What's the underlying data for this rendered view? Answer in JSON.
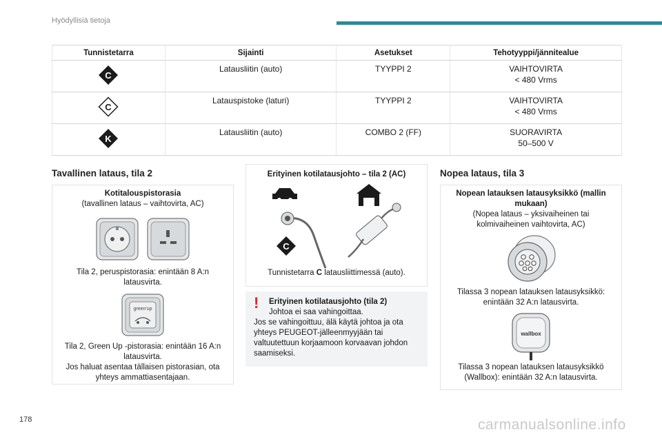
{
  "header": {
    "title": "Hyödyllisiä tietoja",
    "accent_color": "#2a8a9a"
  },
  "table": {
    "columns": [
      "Tunnistetarra",
      "Sijainti",
      "Asetukset",
      "Tehotyyppi/jännitealue"
    ],
    "rows": [
      {
        "tag": "C",
        "tag_style": "filled",
        "location": "Latausliitin (auto)",
        "setting": "TYYPPI 2",
        "power1": "VAIHTOVIRTA",
        "power2": "< 480 Vrms"
      },
      {
        "tag": "C",
        "tag_style": "outline",
        "location": "Latauspistoke (laturi)",
        "setting": "TYYPPI 2",
        "power1": "VAIHTOVIRTA",
        "power2": "< 480 Vrms"
      },
      {
        "tag": "K",
        "tag_style": "filled",
        "location": "Latausliitin (auto)",
        "setting": "COMBO 2 (FF)",
        "power1": "SUORAVIRTA",
        "power2": "50–500 V"
      }
    ]
  },
  "left": {
    "title": "Tavallinen lataus, tila 2",
    "head": "Kotitalouspistorasia",
    "sub": "(tavallinen lataus – vaihtovirta, AC)",
    "cap1": "Tila 2, peruspistorasia: enintään 8 A:n latausvirta.",
    "greenup_text": "green'up",
    "cap2": "Tila 2, Green Up -pistorasia: enintään 16 A:n latausvirta.",
    "cap3": "Jos haluat asentaa tällaisen pistorasian, ota yhteys ammattiasentajaan."
  },
  "middle": {
    "head": "Erityinen kotilatausjohto – tila 2 (AC)",
    "tag": "C",
    "cap_pre": "Tunnistetarra ",
    "cap_bold": "C",
    "cap_post": " latausliittimessä (auto).",
    "warn_title": "Erityinen kotilatausjohto (tila 2)",
    "warn_line1": "Johtoa ei saa vahingoittaa.",
    "warn_body": "Jos se vahingoittuu, älä käytä johtoa ja ota yhteys PEUGEOT-jälleenmyyjään tai valtuutettuun korjaamoon korvaavan johdon saamiseksi.",
    "warn_color": "#e2212b"
  },
  "right": {
    "title": "Nopea lataus, tila 3",
    "head": "Nopean latauksen latausyksikkö (mallin mukaan)",
    "sub": "(Nopea lataus – yksivaiheinen tai kolmivaiheinen vaihtovirta, AC)",
    "cap1": "Tilassa 3 nopean latauksen latausyksikkö: enintään 32 A:n latausvirta.",
    "wallbox_text": "wallbox",
    "cap2": "Tilassa 3 nopean latauksen latausyksikkö (Wallbox): enintään 32 A:n latausvirta."
  },
  "footer": {
    "page": "178",
    "watermark": "carmanualsonline.info"
  }
}
